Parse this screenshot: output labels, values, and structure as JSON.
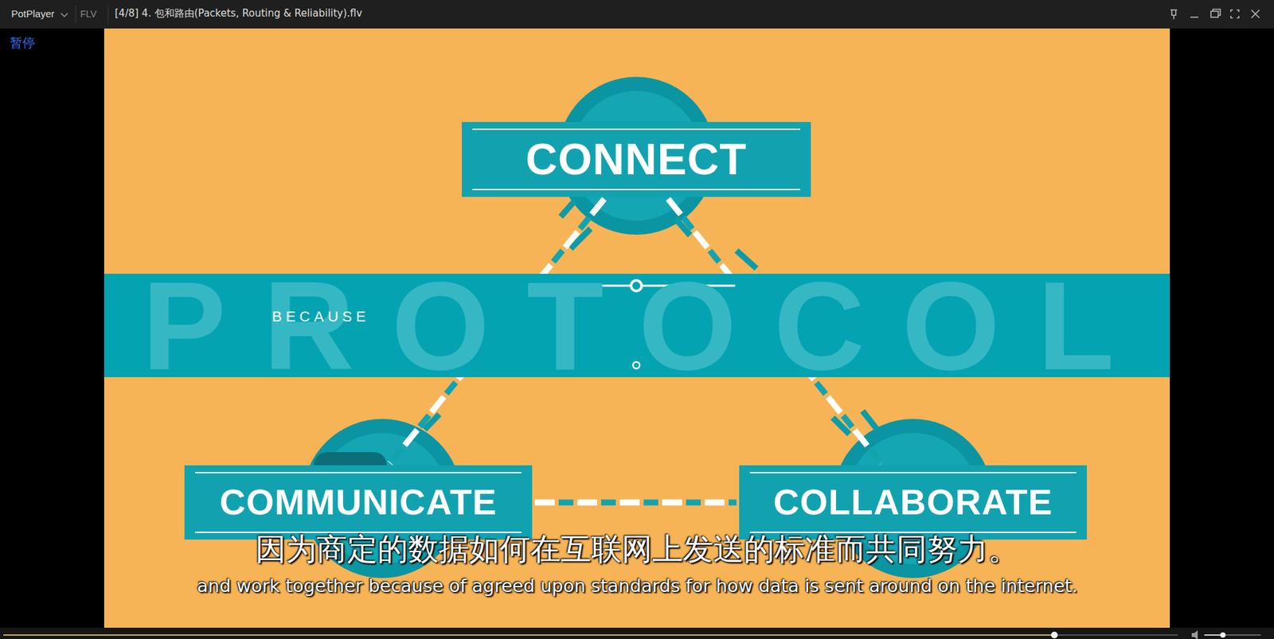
{
  "diagram": {
    "nodes": [
      {
        "text": [
          "CONNECT"
        ]
      },
      {
        "text": [
          "PROTOCOL",
          "BECAUSE"
        ]
      },
      {
        "text": [
          "COMMUNICATE"
        ]
      },
      {
        "text": [
          "COLLABORATE"
        ]
      }
    ],
    "edges": [
      {
        "from": 0,
        "to": 2,
        "arrow": "none"
      },
      {
        "from": 0,
        "to": 3,
        "arrow": "none"
      },
      {
        "from": 2,
        "to": 3,
        "arrow": "none"
      }
    ],
    "labels": [
      "PotPlayer",
      "FLV",
      "[4/8] 4. 包和路由(Packets, Routing & Reliability).flv",
      "暂停",
      "因为商定的数据如何在互联网上发送的标准而共同努力。",
      "and work together because of agreed upon standards for how data is sent around on the internet."
    ]
  }
}
